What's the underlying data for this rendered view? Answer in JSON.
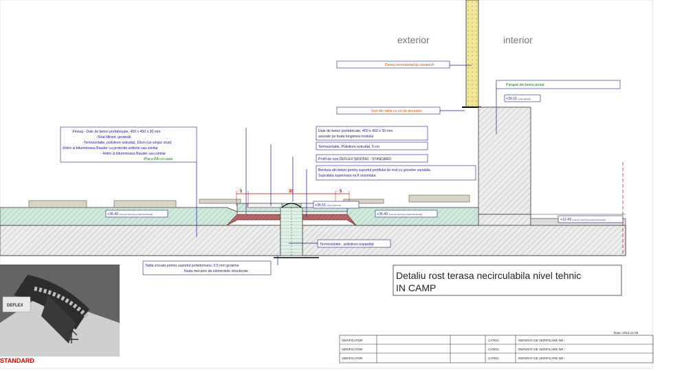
{
  "zones": {
    "exterior": "exterior",
    "interior": "interior"
  },
  "labels": {
    "panou": "Panou termoizolat tip sandwich",
    "sort": "Sort din tabla cu rol de picurator",
    "parapet": "Parapet din beton armat",
    "left_block": [
      "-Finisaj - Dale de beton prefabricate, 450 x 450 x 30 mm",
      "-Strat filtrant, geotextil",
      "-Termoizolatie, polistiren extrudat, 10cm (un singur strat)",
      "-Hidro iz.bituminoasa Bauder cu protectie ardezie sau similar",
      "-Hidro iz.bituminoasa Bauder sau similar",
      "-Placa BA cu caste"
    ],
    "dale": [
      "Dale de beton prefabricate, 450 x 450 x 30 mm",
      "asezate pe toata lungimea modului"
    ],
    "termo_xps": "Termoizolatie, Polistiren extrudat, 5 cm",
    "profil": "Profil de rost DEFLEX  WDD550 - STANDARD",
    "bordura": [
      "Bordura din beton pentru suportul profilului de rost cu grosime variabila",
      "Suprafata superioara va fi orizontala."
    ],
    "eps": "Termoizolatie - polistiren expandat",
    "tabla": [
      "Tabla zincata pentru suportul polistirenului, 0.5 mm grosime",
      "fixata mecanic de elementele structurale"
    ]
  },
  "elevations": {
    "e1": "+39.15",
    "e1_note": "(cota parapet)",
    "e2": "+36.51",
    "e2_note": "(cota profil rost)",
    "e3": "+36.43",
    "e3_note": "(cota de referinta a placii structurale)",
    "e4": "+36.43",
    "e4_note": "(cota de referinta a placii structurale)",
    "e5": "+12.43",
    "e5_note": "(cota de referinta a placii structurale)"
  },
  "dims": {
    "d_left": "5",
    "d_mid": "30",
    "d_right": "5"
  },
  "title": {
    "line1": "Detaliu rost terasa necirculabila nivel tehnic",
    "line2": "IN CAMP"
  },
  "photo": {
    "brand": "DEFLEX",
    "caption": "STANDARD"
  },
  "date": "Data: 2013.12.09",
  "titleblock": {
    "rows": [
      {
        "c1": "VERIFICATOR",
        "c3": "CATEG.",
        "c4": "REFERAT DE VERIFICARE NR.:"
      },
      {
        "c1": "VERIFICATOR",
        "c3": "CATEG.",
        "c4": "REFERAT DE VERIFICARE NR.:"
      },
      {
        "c1": "VERIFICATOR",
        "c3": "CATEG.",
        "c4": "REFERAT DE VERIFICARE NR.:"
      }
    ]
  },
  "colors": {
    "leader": "#1a1a8c",
    "insulation": "#cfe8dc",
    "concrete": "#e6e6e6",
    "red": "#cc0000",
    "panel": "#f1e79a"
  }
}
